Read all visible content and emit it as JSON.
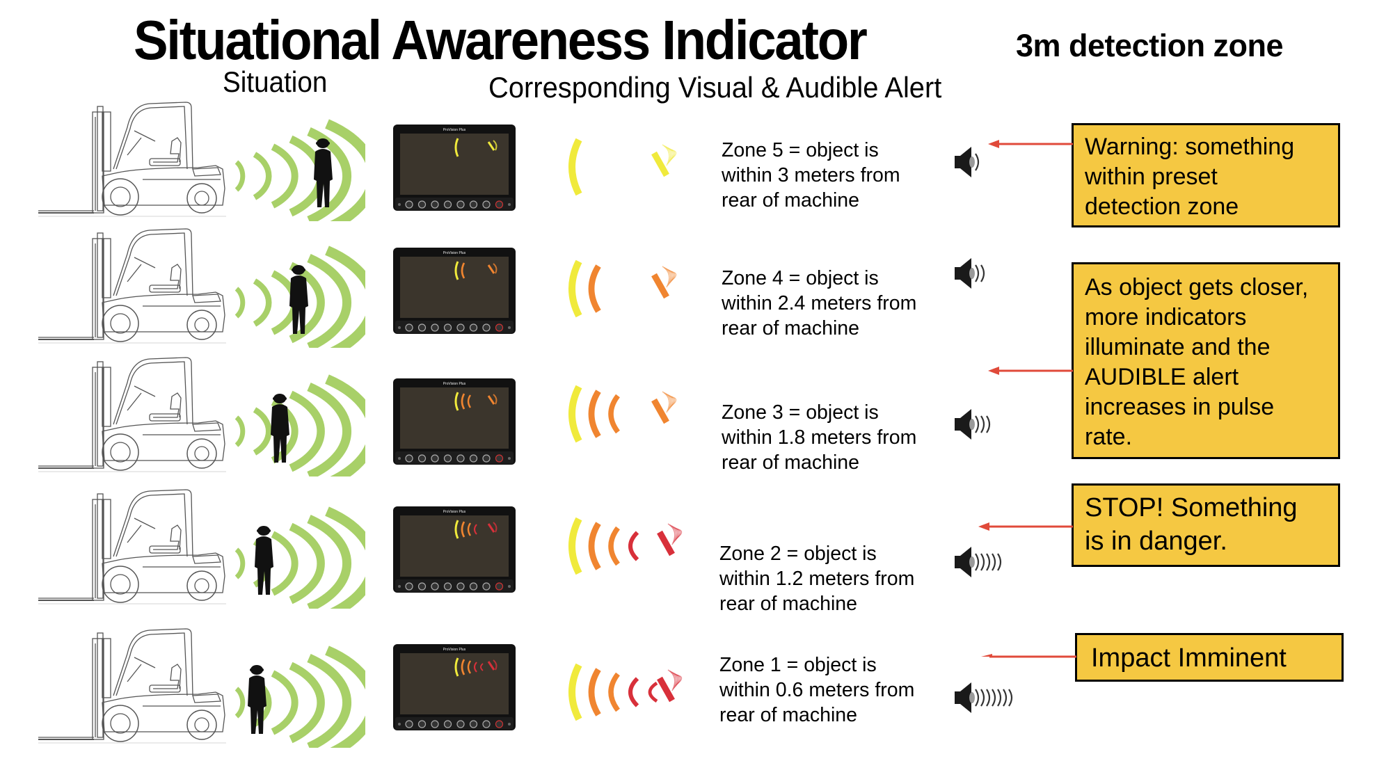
{
  "header": {
    "title": "Situational Awareness Indicator",
    "subtitle": "3m detection zone",
    "column_situation": "Situation",
    "column_alert": "Corresponding Visual & Audible Alert"
  },
  "colors": {
    "callout_fill": "#f5c842",
    "arrow": "#e04a3a",
    "detection_wave": "#a8d068",
    "zone_yellow": "#f0ea3c",
    "zone_orange": "#f08530",
    "zone_red": "#d8303a"
  },
  "zones": [
    {
      "zone": 5,
      "line1": "Zone 5 = object is",
      "line2": "within 3 meters from",
      "line3": "rear of machine",
      "indicator_arcs": [
        "yellow"
      ],
      "v_color": "yellow",
      "speaker_waves": 1,
      "icon": "speaker-icon"
    },
    {
      "zone": 4,
      "line1": "Zone 4 = object is",
      "line2": "within 2.4 meters from",
      "line3": "rear of machine",
      "indicator_arcs": [
        "yellow",
        "orange"
      ],
      "v_color": "orange",
      "speaker_waves": 2,
      "icon": "speaker-icon"
    },
    {
      "zone": 3,
      "line1": "Zone 3 = object is",
      "line2": "within 1.8 meters from",
      "line3": "rear of machine",
      "indicator_arcs": [
        "yellow",
        "orange",
        "orange"
      ],
      "v_color": "orange",
      "speaker_waves": 3,
      "icon": "speaker-icon"
    },
    {
      "zone": 2,
      "line1": "Zone 2 = object is",
      "line2": "within 1.2 meters from",
      "line3": "rear of machine",
      "indicator_arcs": [
        "yellow",
        "orange",
        "orange",
        "red"
      ],
      "v_color": "red",
      "speaker_waves": 5,
      "icon": "speaker-icon"
    },
    {
      "zone": 1,
      "line1": "Zone 1 = object is",
      "line2": "within 0.6 meters from",
      "line3": "rear of machine",
      "indicator_arcs": [
        "yellow",
        "orange",
        "orange",
        "red",
        "red"
      ],
      "v_color": "red",
      "speaker_waves": 7,
      "icon": "speaker-icon"
    }
  ],
  "callouts": [
    {
      "lines": [
        "Warning: something",
        "within preset",
        "detection zone"
      ]
    },
    {
      "lines": [
        "As object gets closer,",
        "more indicators",
        "illuminate and the",
        "AUDIBLE alert",
        "increases in pulse",
        "rate."
      ]
    },
    {
      "lines": [
        "STOP! Something",
        "is in danger."
      ]
    },
    {
      "lines": [
        "Impact Imminent"
      ]
    }
  ]
}
